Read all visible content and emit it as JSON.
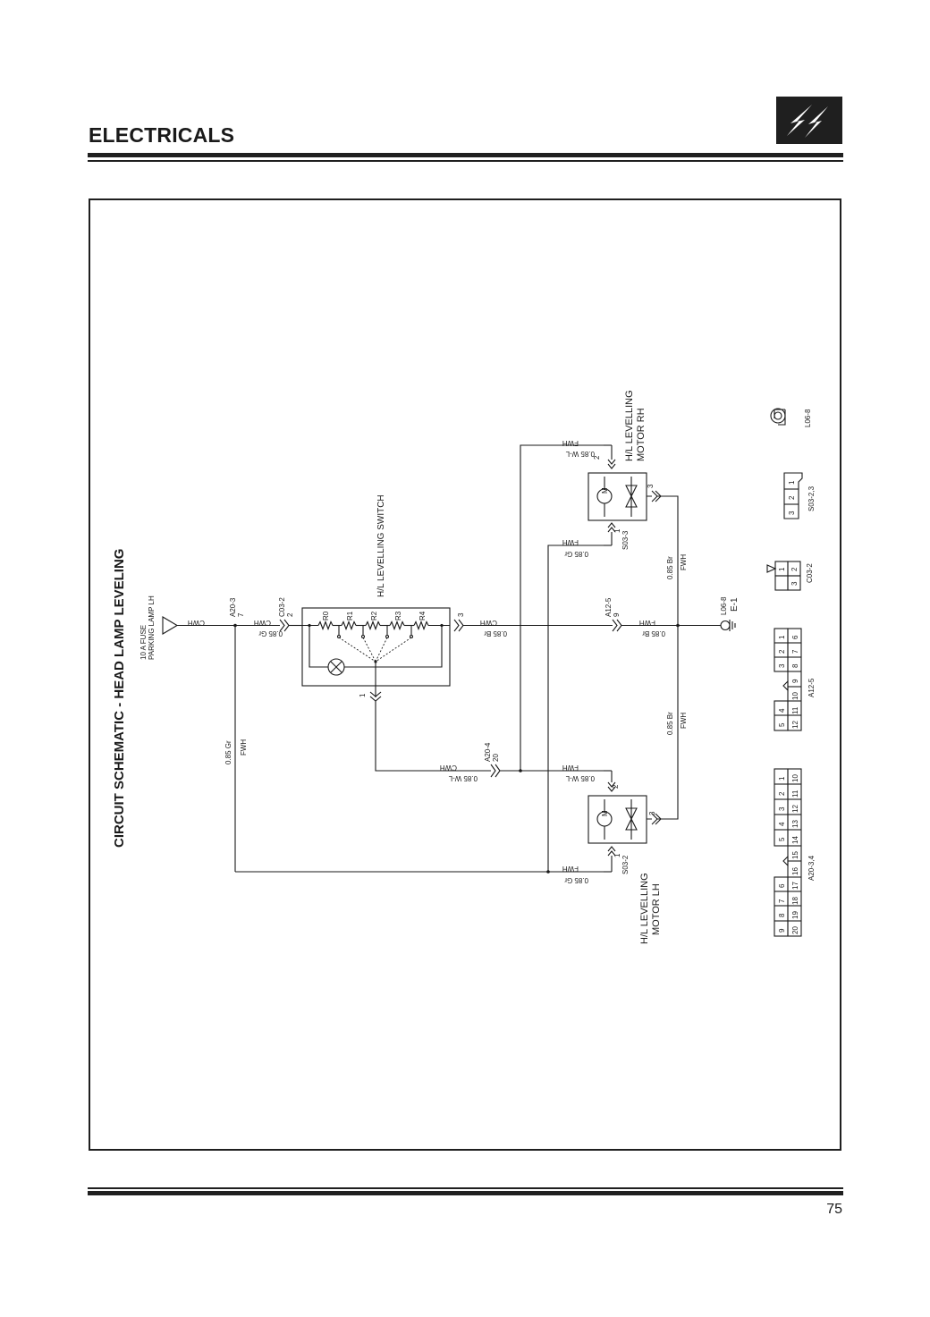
{
  "header": {
    "title": "ELECTRICALS",
    "logo_icon": "lightning-bolts-icon"
  },
  "page_number": "75",
  "diagram": {
    "title": "CIRCUIT SCHEMATIC - HEAD LAMP LEVELING",
    "fuse": {
      "line1": "10 A FUSE",
      "line2": "PARKING LAMP LH"
    },
    "switch_label": "H/L LEVELLING SWITCH",
    "motor_rh": {
      "line1": "H/L LEVELLING",
      "line2": "MOTOR RH"
    },
    "motor_lh": {
      "line1": "H/L LEVELLING",
      "line2": "MOTOR LH"
    },
    "ground": {
      "code": "L06-8",
      "name": "E-1"
    },
    "resistors": [
      "R0",
      "R1",
      "R2",
      "R3",
      "R4"
    ],
    "motor_symbol": "M",
    "connectors": {
      "a20_3": "A20-3",
      "a20_3_pin": "7",
      "c03_2": "C03-2",
      "c03_2_pin": "2",
      "switch_pin3": "3",
      "switch_pin1": "1",
      "a12_5": "A12-5",
      "a12_5_pin": "9",
      "a20_4": "A20-4",
      "a20_4_pin": "20",
      "s03_3": "S03-3",
      "s03_2": "S03-2",
      "pin1": "1",
      "pin2": "2",
      "pin3": "3"
    },
    "wires": {
      "cwh": "CWH",
      "fwh": "FWH",
      "gr": "0.85 Gr",
      "br": "0.85 Br",
      "wl": "0.85 W-L"
    },
    "legend": {
      "l06_8": "L06-8",
      "s03_2_3": "S03-2,3",
      "s03_pins": [
        "3",
        "2",
        "1"
      ],
      "c03_2": "C03-2",
      "c03_top": [
        "1"
      ],
      "c03_bottom": [
        "3",
        "2"
      ],
      "a12_5": "A12-5",
      "a12_top": [
        "5",
        "4",
        "3",
        "2",
        "1"
      ],
      "a12_bottom": [
        "12",
        "11",
        "10",
        "9",
        "8",
        "7",
        "6"
      ],
      "a20_3_4": "A20-3,4",
      "a20_top": [
        "9",
        "8",
        "7",
        "6",
        "5",
        "4",
        "3",
        "2",
        "1"
      ],
      "a20_bottom": [
        "20",
        "19",
        "18",
        "17",
        "16",
        "15",
        "14",
        "13",
        "12",
        "11",
        "10"
      ]
    }
  }
}
